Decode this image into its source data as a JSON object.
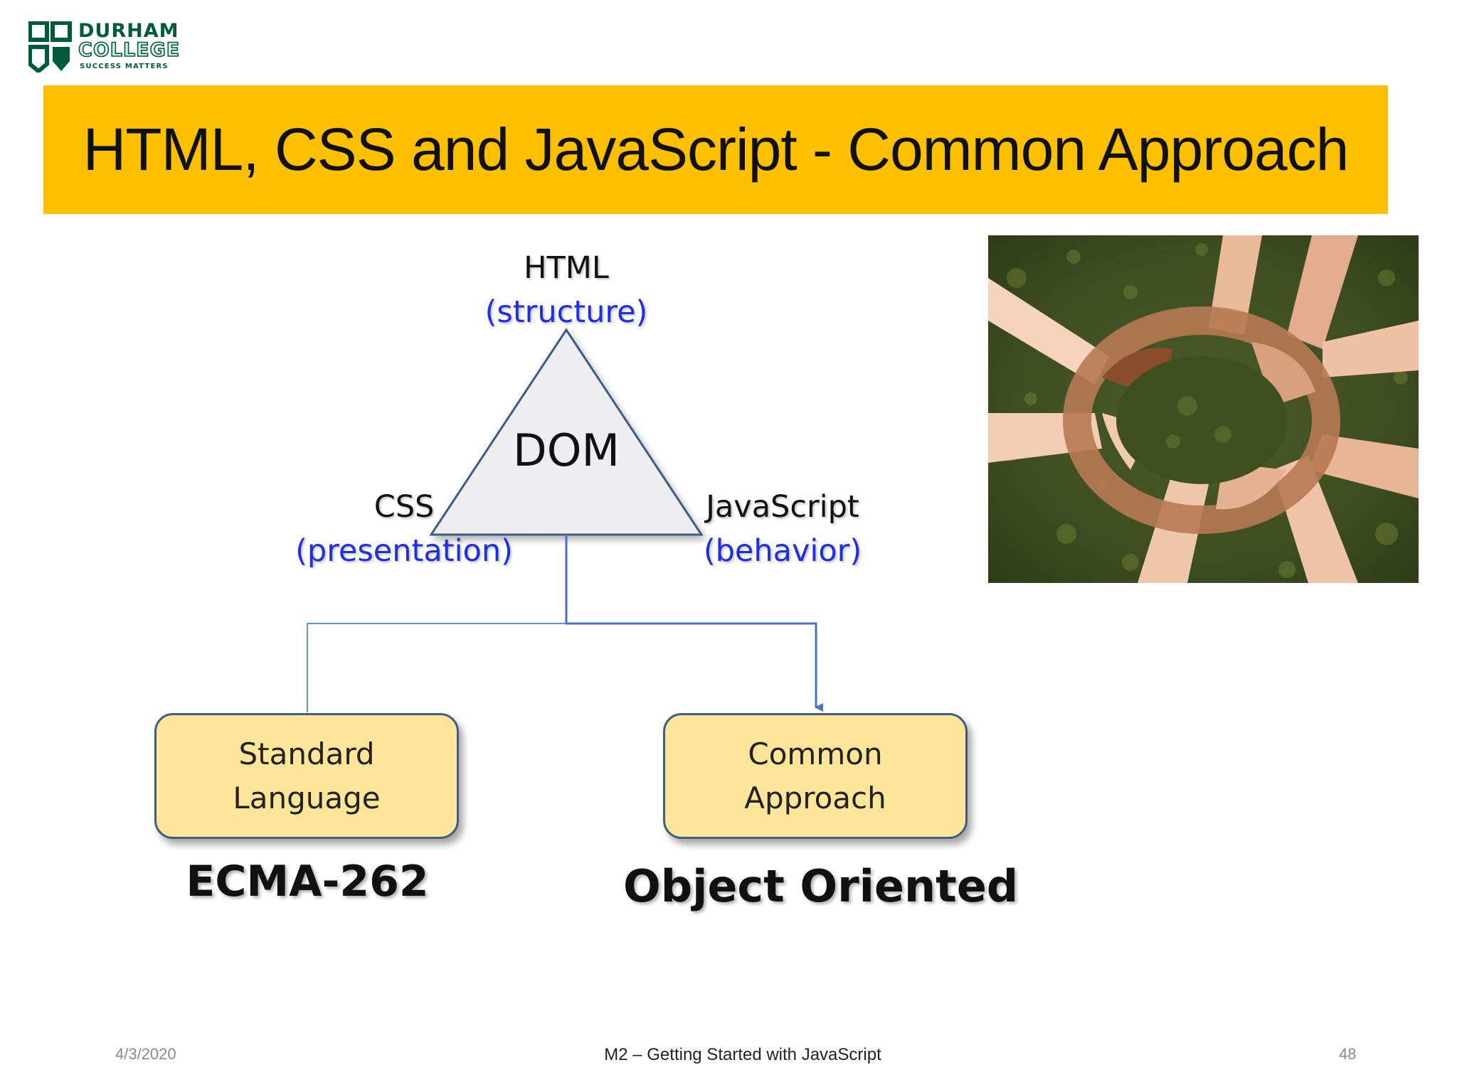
{
  "logo": {
    "line1": "DURHAM",
    "line2": "COLLEGE",
    "tagline": "SUCCESS MATTERS",
    "color": "#005a3c"
  },
  "title": "HTML, CSS and JavaScript - Common Approach",
  "diagram": {
    "triangle_center": "DOM",
    "top_vertex": {
      "name": "HTML",
      "role": "(structure)"
    },
    "left_vertex": {
      "name": "CSS",
      "role": "(presentation)"
    },
    "right_vertex": {
      "name": "JavaScript",
      "role": "(behavior)"
    },
    "left_box": {
      "line1": "Standard",
      "line2": "Language",
      "caption": "ECMA-262"
    },
    "right_box": {
      "line1": "Common",
      "line2": "Approach",
      "caption": "Object Oriented"
    },
    "colors": {
      "accent_blue": "#1f2ee0",
      "box_fill": "#fde599",
      "box_border": "#3d5d86",
      "connector": "#4a72c4",
      "title_band": "#fcc000"
    }
  },
  "photo": {
    "icon": "hands-circle-photo"
  },
  "footer": {
    "date": "4/3/2020",
    "course": "M2 – Getting Started with JavaScript",
    "page": "48"
  }
}
